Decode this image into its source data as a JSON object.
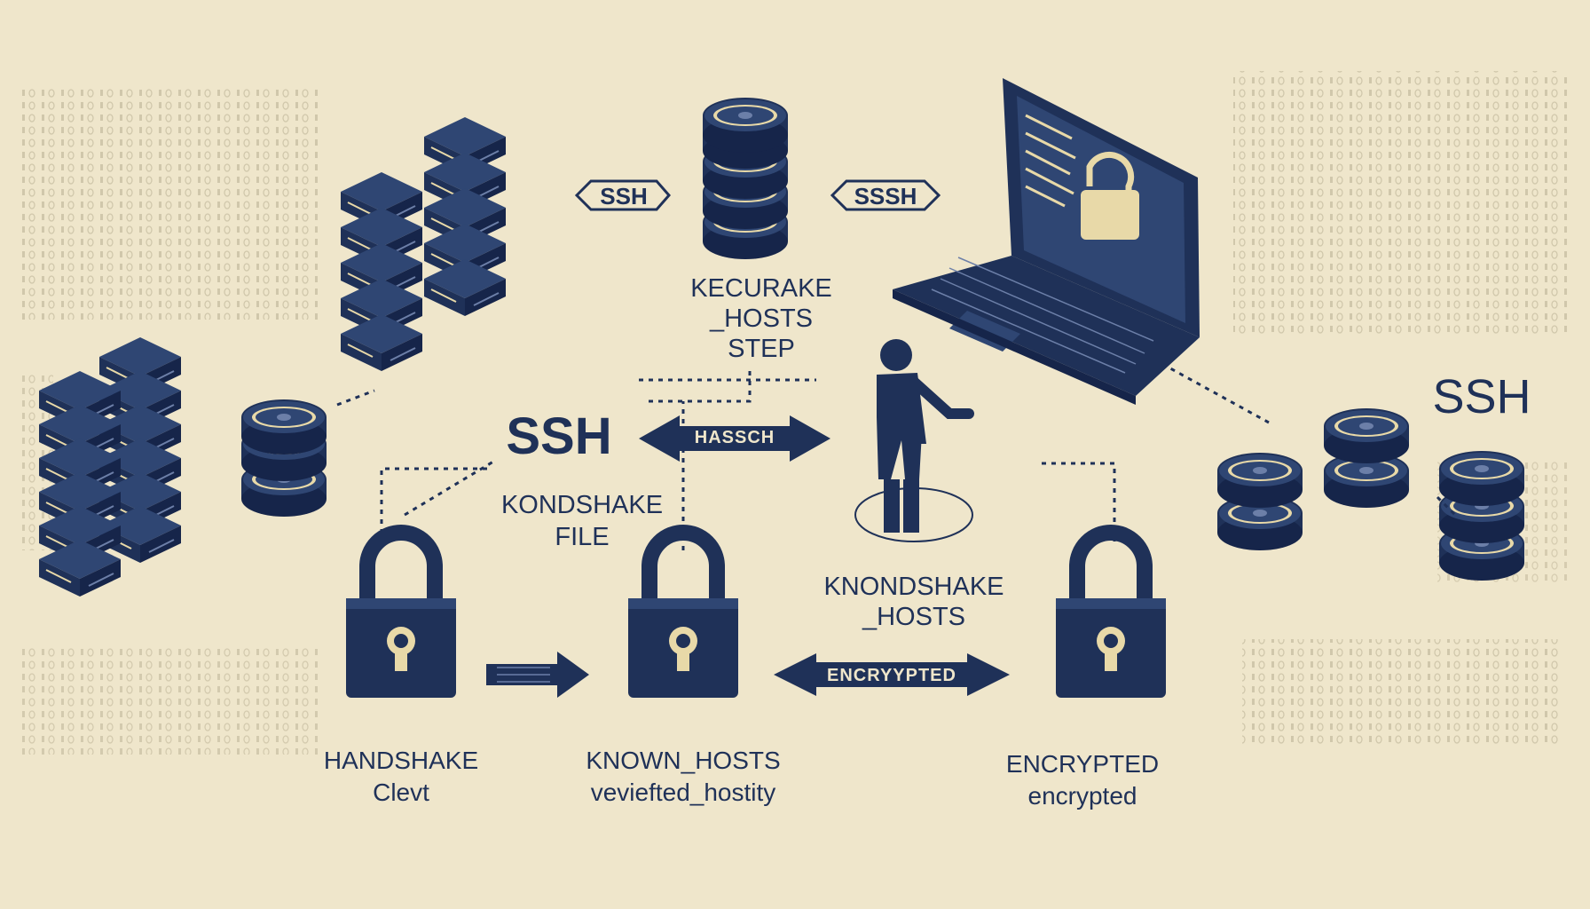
{
  "colors": {
    "background": "#efe6cb",
    "navy": "#1f3158",
    "navy_light": "#2f4673",
    "accent": "#e8d9a8"
  },
  "labels": {
    "ssh_top_left": "SSH",
    "ssh_top_right": "SSSH",
    "kecurake": "KECURAKE",
    "hosts_step_1": "_HOSTS",
    "hosts_step_2": "STEP",
    "ssh_center": "SSH",
    "hassch": "HASSCH",
    "kondshake_file_1": "KONDSHAKE",
    "kondshake_file_2": "FILE",
    "kondshake_hosts_1": "KNONDSHAKE",
    "kondshake_hosts_2": "_HOSTS",
    "ssh_right": "SSH",
    "encrypted_arrow": "ENCRYYPTED",
    "handshake": "HANDSHAKE",
    "clevt": "Clevt",
    "known_hosts": "KNOWN_HOSTS",
    "veviefted_hostity": "veviefted_hostity",
    "encrypted_upper": "ENCRYPTED",
    "encrypted_lower": "encrypted"
  },
  "icons": {
    "server_stack_left": "server-stack-icon",
    "server_stack_top": "server-stack-icon",
    "database_top": "database-icon",
    "laptop": "laptop-lock-icon",
    "person": "person-icon",
    "padlock": "padlock-icon",
    "database_right": "database-icon"
  }
}
